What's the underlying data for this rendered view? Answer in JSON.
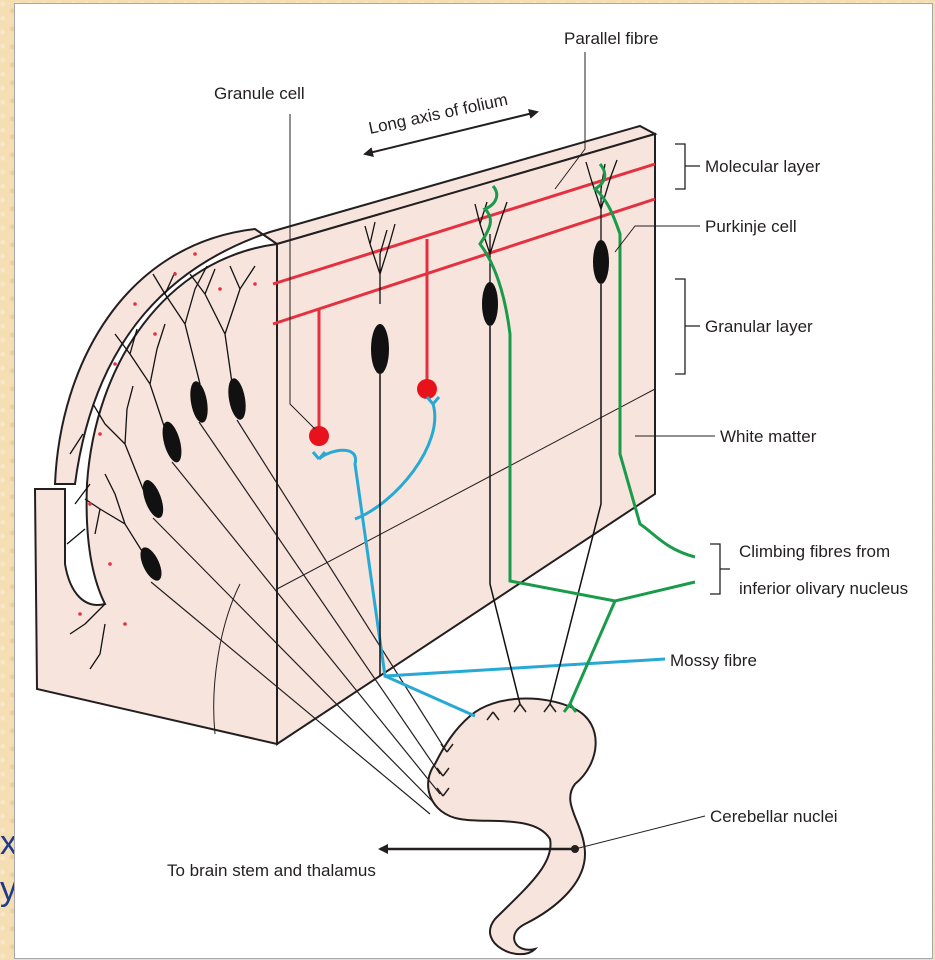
{
  "slide": {
    "text_line1": "x",
    "text_line2": "y)."
  },
  "diagram": {
    "labels": {
      "parallel_fibre": "Parallel fibre",
      "granule_cell": "Granule cell",
      "long_axis": "Long axis of folium",
      "molecular_layer": "Molecular layer",
      "purkinje_cell": "Purkinje cell",
      "granular_layer": "Granular layer",
      "white_matter": "White matter",
      "climbing_fibres_line1": "Climbing fibres from",
      "climbing_fibres_line2": "inferior olivary nucleus",
      "mossy_fibre": "Mossy fibre",
      "cerebellar_nuclei": "Cerebellar nuclei",
      "to_brain_stem": "To brain stem and thalamus"
    },
    "colors": {
      "tissue": "#f7e4dc",
      "outline": "#231f20",
      "parallel_fibre": "#e5313f",
      "climbing_fibre": "#1a9b4b",
      "mossy_fibre": "#27a9d6",
      "granule_cell": "#e8121d",
      "purkinje_cell": "#111111"
    }
  }
}
